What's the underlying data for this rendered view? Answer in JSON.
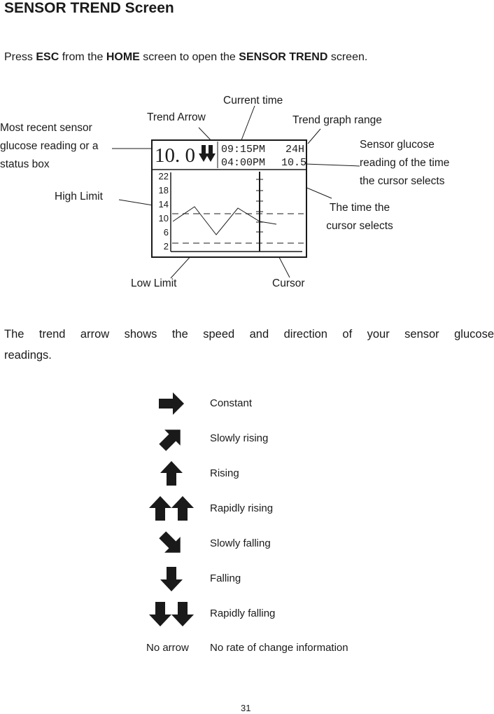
{
  "title": "SENSOR TREND Screen",
  "intro": {
    "prefix": "Press ",
    "key_esc": "ESC",
    "middle1": " from the ",
    "key_home": "HOME",
    "middle2": " screen to open the ",
    "key_screen": "SENSOR TREND",
    "suffix": " screen."
  },
  "diagram": {
    "callouts": {
      "current_time": "Current time",
      "trend_arrow": "Trend Arrow",
      "trend_graph_range": "Trend graph range",
      "most_recent_1": "Most recent sensor",
      "most_recent_2": "glucose reading or a",
      "most_recent_3": "status box",
      "sensor_glucose_1": "Sensor glucose",
      "sensor_glucose_2": "reading of the time",
      "sensor_glucose_3": "the cursor selects",
      "high_limit": "High Limit",
      "time_cursor_1": "The time the",
      "time_cursor_2": "cursor selects",
      "low_limit": "Low Limit",
      "cursor": "Cursor"
    },
    "screen": {
      "reading": "10. 0",
      "current_time": "09:15PM",
      "range": "24H",
      "cursor_time": "04:00PM",
      "cursor_value": "10.5",
      "y_ticks": [
        "22",
        "18",
        "14",
        "10",
        "6",
        "2"
      ]
    }
  },
  "paragraph_line1": "The trend arrow shows the speed and direction of your sensor glucose",
  "paragraph_line2": "readings.",
  "legend": [
    {
      "icon": "arrow-right-icon",
      "label": "Constant"
    },
    {
      "icon": "arrow-up-right-icon",
      "label": "Slowly rising"
    },
    {
      "icon": "arrow-up-icon",
      "label": "Rising"
    },
    {
      "icon": "double-arrow-up-icon",
      "label": "Rapidly rising"
    },
    {
      "icon": "arrow-down-right-icon",
      "label": "Slowly falling"
    },
    {
      "icon": "arrow-down-icon",
      "label": "Falling"
    },
    {
      "icon": "double-arrow-down-icon",
      "label": "Rapidly falling"
    },
    {
      "icon": "no-arrow",
      "icon_text": "No arrow",
      "label": "No rate of change information"
    }
  ],
  "page_number": "31"
}
